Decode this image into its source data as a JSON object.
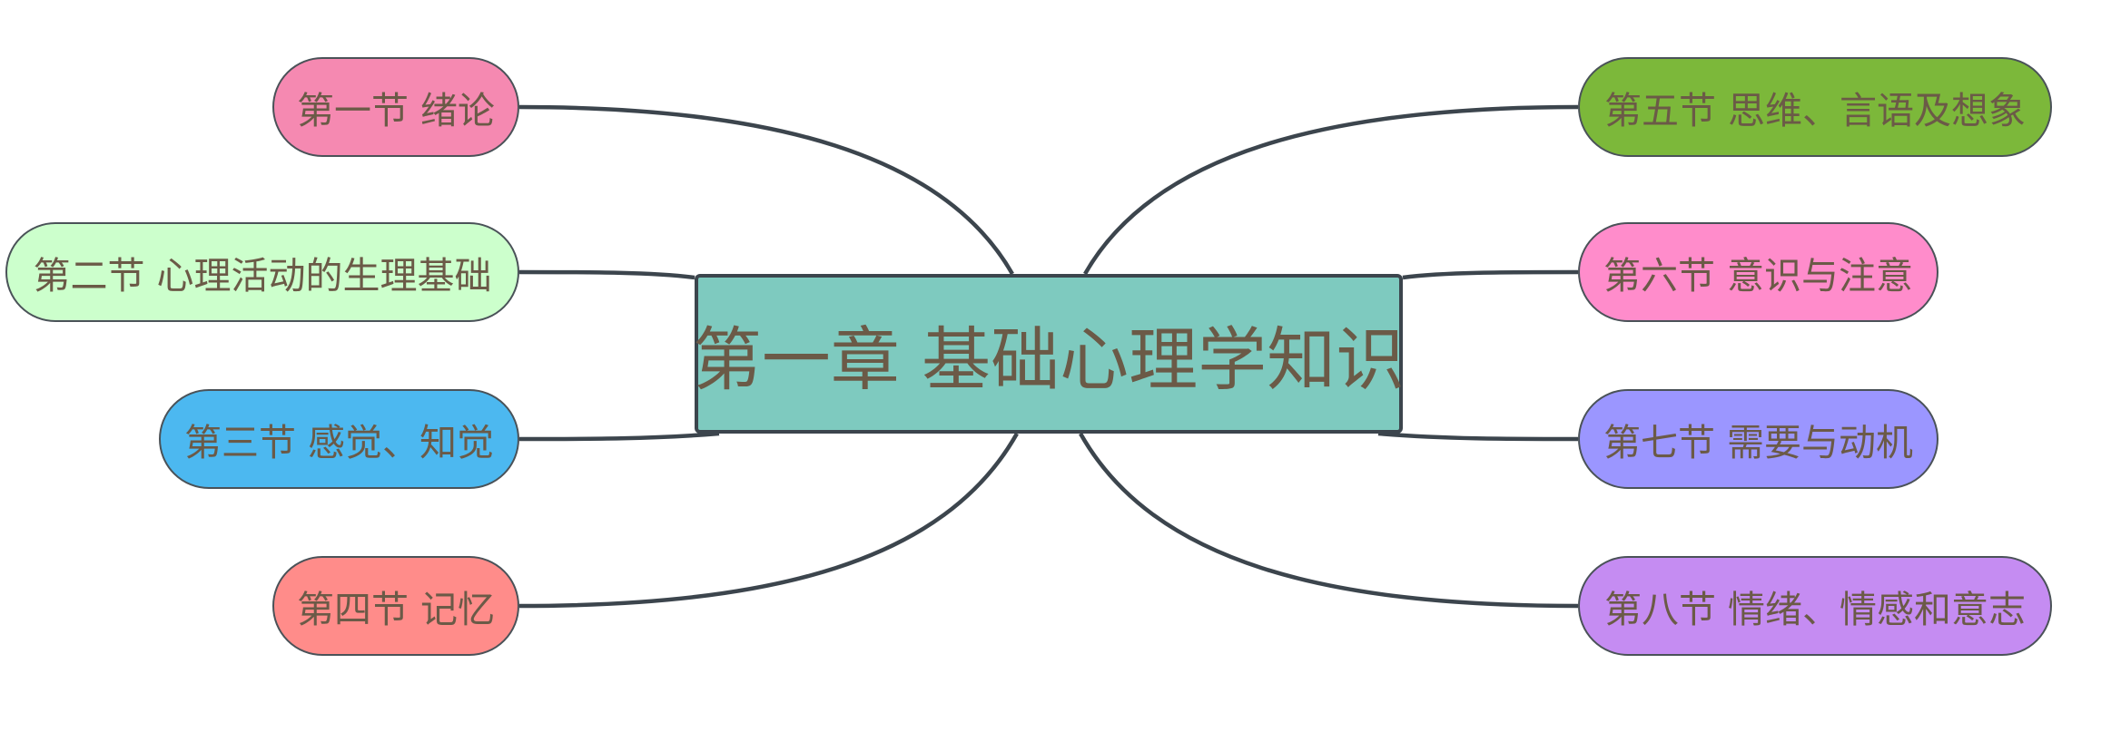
{
  "central_topic": {
    "label": "第一章 基础心理学知识",
    "color": "#7ecabf"
  },
  "branches": [
    {
      "label": "第一节 绪论",
      "color": "#f589b1",
      "side": "left"
    },
    {
      "label": "第二节 心理活动的生理基础",
      "color": "#ccffcc",
      "side": "left"
    },
    {
      "label": "第三节 感觉、知觉",
      "color": "#4cb8f0",
      "side": "left"
    },
    {
      "label": "第四节 记忆",
      "color": "#ff8c8a",
      "side": "left"
    },
    {
      "label": "第五节 思维、言语及想象",
      "color": "#7cb83a",
      "side": "right"
    },
    {
      "label": "第六节 意识与注意",
      "color": "#ff8ccb",
      "side": "right"
    },
    {
      "label": "第七节 需要与动机",
      "color": "#9b96ff",
      "side": "right"
    },
    {
      "label": "第八节 情绪、情感和意志",
      "color": "#c58cf2",
      "side": "right"
    }
  ]
}
